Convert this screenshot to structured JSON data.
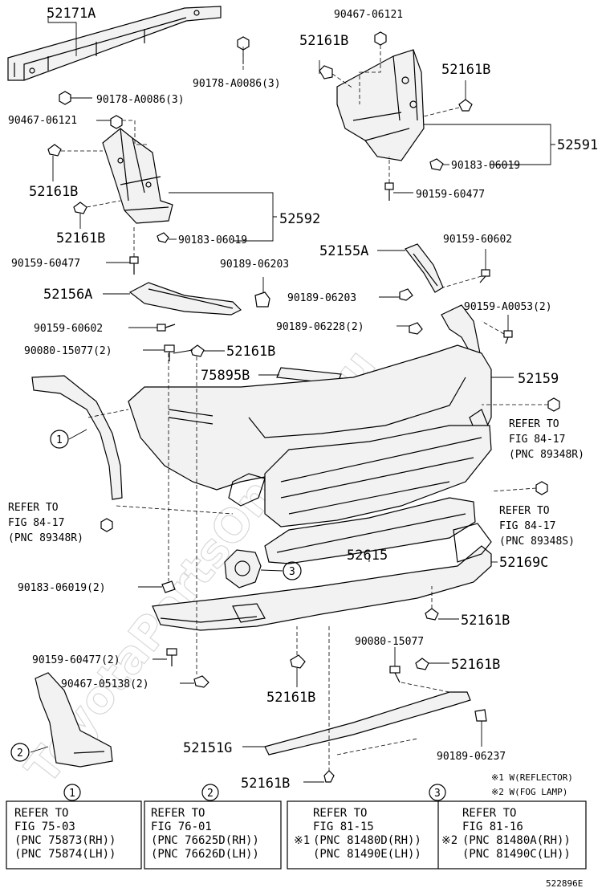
{
  "watermark": "ToyotaPartsOnline.ru",
  "labels": {
    "p52171A": "52171A",
    "p90178_a": "90178-A0086(3)",
    "p90178_b": "90178-A0086(3)",
    "p90467_top": "90467-06121",
    "p52161B_1": "52161B",
    "p52161B_2": "52161B",
    "p90467_left": "90467-06121",
    "p52591": "52591",
    "p90183_right": "90183-06019",
    "p52161B_3": "52161B",
    "p90159_right": "90159-60477",
    "p52161B_4": "52161B",
    "p52592": "52592",
    "p90183_left": "90183-06019",
    "p52155A": "52155A",
    "p90159_60602_r": "90159-60602",
    "p90159_left": "90159-60477",
    "p90189_a": "90189-06203",
    "p52156A": "52156A",
    "p90189_b": "90189-06203",
    "p90159_A0053": "90159-A0053(2)",
    "p90159_60602_l": "90159-60602",
    "p90189_06228": "90189-06228(2)",
    "p90080_15077_2": "90080-15077(2)",
    "p52161B_5": "52161B",
    "p75895B": "75895B",
    "p52159": "52159",
    "p52615": "52615",
    "p52169C": "52169C",
    "p90183_2": "90183-06019(2)",
    "p52161B_6": "52161B",
    "p90080_15077": "90080-15077",
    "p90159_60477_2": "90159-60477(2)",
    "p52161B_7": "52161B",
    "p90467_05138": "90467-05138(2)",
    "p52161B_8": "52161B",
    "p52151G": "52151G",
    "p90189_06237": "90189-06237",
    "p52161B_9": "52161B"
  },
  "refer_notes": {
    "right_upper": [
      "REFER TO",
      "FIG 84-17",
      "(PNC 89348R)"
    ],
    "left": [
      "REFER TO",
      "FIG 84-17",
      "(PNC 89348R)"
    ],
    "right_lower": [
      "REFER TO",
      "FIG 84-17",
      "(PNC 89348S)"
    ]
  },
  "circle_markers": [
    "1",
    "2",
    "3"
  ],
  "footnotes": [
    "※1 W(REFLECTOR)",
    "※2 W(FOG LAMP)"
  ],
  "reference_table": [
    {
      "marker": "1",
      "lines": [
        "REFER TO",
        "FIG 75-03",
        "(PNC 75873(RH))",
        "(PNC 75874(LH))"
      ],
      "prefix": ""
    },
    {
      "marker": "2",
      "lines": [
        "REFER TO",
        "FIG 76-01",
        "(PNC 76625D(RH))",
        "(PNC 76626D(LH))"
      ],
      "prefix": ""
    },
    {
      "marker": "3",
      "lines": [
        "REFER TO",
        "FIG 81-15",
        "(PNC 81480D(RH))",
        "(PNC 81490E(LH))"
      ],
      "prefix": "※1"
    },
    {
      "marker": "",
      "lines": [
        "REFER TO",
        "FIG 81-16",
        "(PNC 81480A(RH))",
        "(PNC 81490C(LH))"
      ],
      "prefix": "※2"
    }
  ],
  "diagram_id": "522896E"
}
